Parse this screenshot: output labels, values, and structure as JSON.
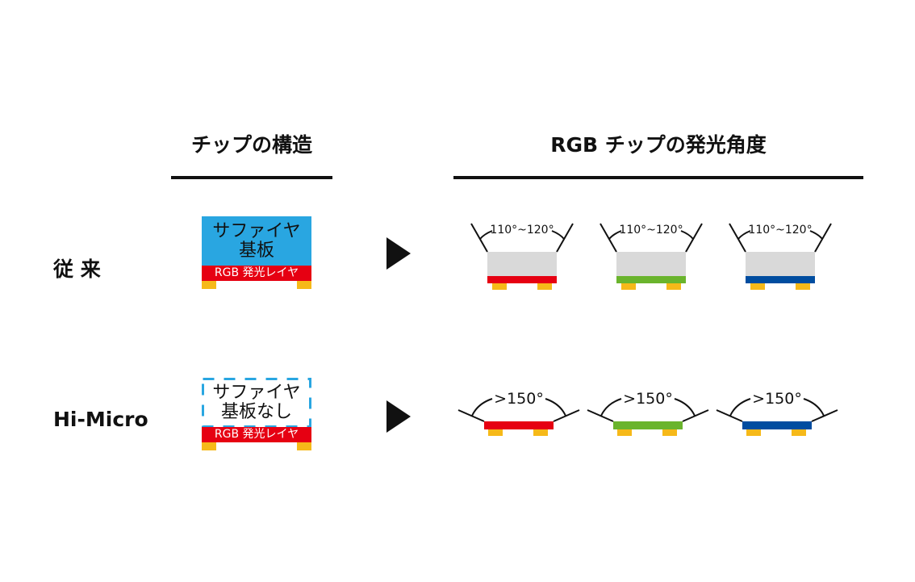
{
  "headers": {
    "structure": "チップの構造",
    "angle": "RGB チップの発光角度"
  },
  "rows": [
    {
      "label": "従 来",
      "chip_text_lines": [
        "サファイヤ",
        "基板"
      ],
      "layer_label": "RGB 発光レイヤ",
      "substrate": "sapphire",
      "angle_label": "110°~120°",
      "angle_degrees_range": [
        110,
        120
      ]
    },
    {
      "label": "Hi-Micro",
      "chip_text_lines": [
        "サファイヤ",
        "基板なし"
      ],
      "layer_label": "RGB 発光レイヤ",
      "substrate": "none",
      "angle_label": ">150°",
      "angle_degrees_min": 150
    }
  ],
  "chip_colors": [
    {
      "name": "red",
      "hex": "#e60012"
    },
    {
      "name": "green",
      "hex": "#6ab42d"
    },
    {
      "name": "blue",
      "hex": "#004da0"
    }
  ],
  "colors": {
    "sapphire": "#29a6e1",
    "dashed_border": "#29a6e1",
    "emitting_layer": "#e60012",
    "pad": "#f6b919",
    "chip_body": "#d9d9d9"
  }
}
